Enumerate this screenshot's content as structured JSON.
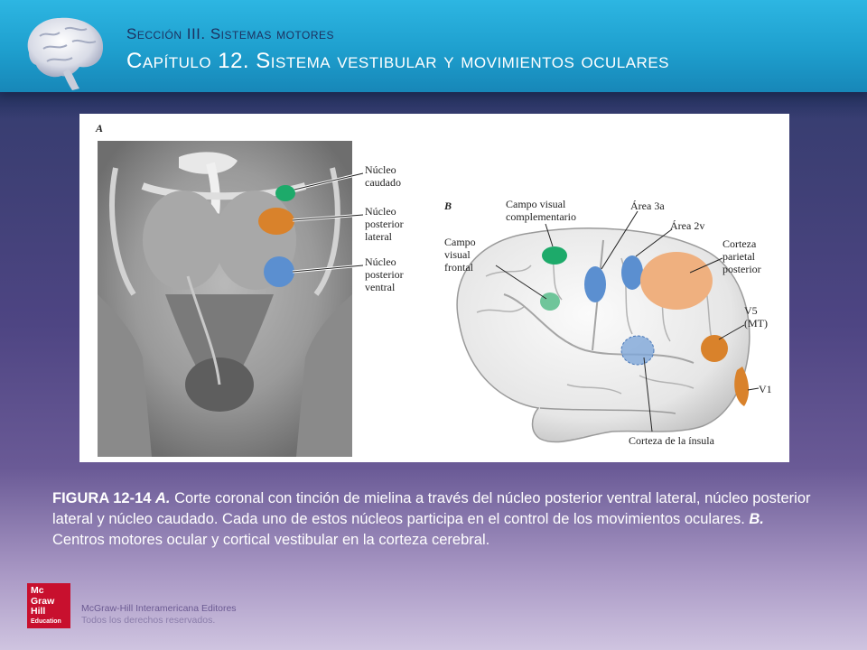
{
  "header": {
    "section": "Sección III. Sistemas motores",
    "chapter": "Capítulo 12.  Sistema vestibular y movimientos oculares"
  },
  "figure": {
    "panel_a": {
      "letter": "A",
      "labels": {
        "caudate": [
          "Núcleo",
          "caudado"
        ],
        "posterior_lateral": [
          "Núcleo",
          "posterior",
          "lateral"
        ],
        "posterior_ventral": [
          "Núcleo",
          "posterior",
          "ventral"
        ]
      }
    },
    "panel_b": {
      "letter": "B",
      "labels": {
        "supplementary_visual": [
          "Campo visual",
          "complementario"
        ],
        "area_3a": "Área 3a",
        "area_2v": "Área 2v",
        "posterior_parietal": [
          "Corteza",
          "parietal",
          "posterior"
        ],
        "frontal_visual": [
          "Campo",
          "visual",
          "frontal"
        ],
        "v5": [
          "V5",
          "(MT)"
        ],
        "v1": "V1",
        "insula": "Corteza de la ínsula"
      }
    },
    "colors": {
      "green": "#1daa6a",
      "light_green": "#6fc59a",
      "orange": "#d9822b",
      "blue": "#5b8fd0",
      "light_orange": "#efb07f"
    }
  },
  "caption": {
    "figure_label": "FIGURA 12-14",
    "a_label": "A.",
    "a_text": "Corte coronal con tinción de mielina a través del núcleo posterior ventral lateral, núcleo posterior lateral y núcleo caudado. Cada uno de estos núcleos participa en el control de los movimientos oculares.",
    "b_label": "B.",
    "b_text": "Centros motores ocular y cortical vestibular en la corteza cerebral."
  },
  "footer": {
    "logo_lines": [
      "Mc",
      "Graw",
      "Hill",
      "Education"
    ],
    "publisher": "McGraw-Hill Interamericana Editores",
    "rights": "Todos los derechos reservados."
  }
}
